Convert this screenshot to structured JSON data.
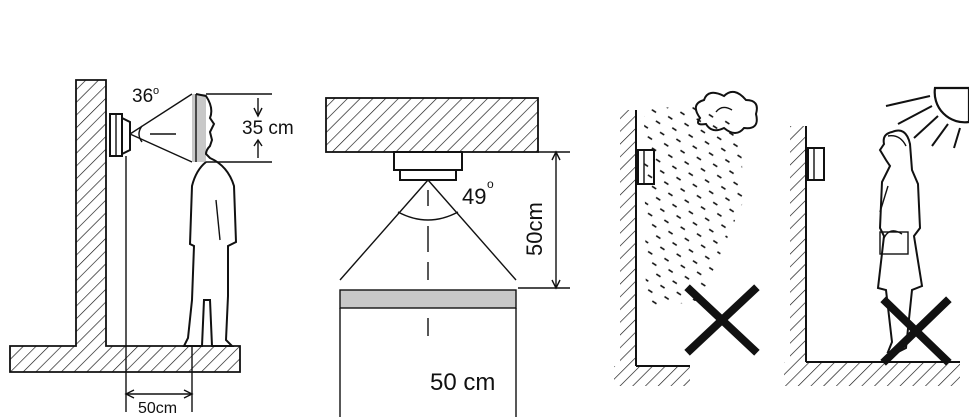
{
  "panels": {
    "mount_height": {
      "view_angle": "36",
      "face_zone": "35 cm",
      "wall_distance": "50cm"
    },
    "ceiling_view": {
      "angle": "49",
      "vertical_distance": "50cm",
      "horizontal_width": "50 cm"
    },
    "no_rain": {
      "mark": "prohibited"
    },
    "no_sunlight": {
      "mark": "prohibited"
    }
  },
  "colors": {
    "ink": "#111111",
    "shade": "#c8c8c8"
  }
}
